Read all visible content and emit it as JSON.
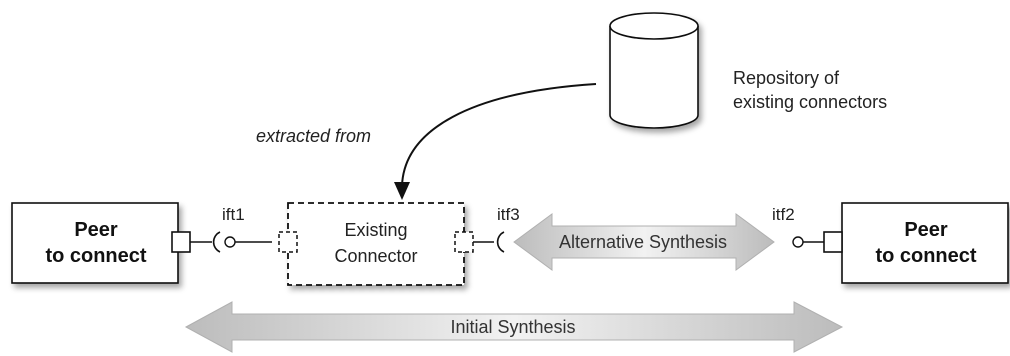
{
  "repository": {
    "label_line1": "Repository of",
    "label_line2": "existing connectors"
  },
  "extraction": {
    "label": "extracted from"
  },
  "peer_left": {
    "line1": "Peer",
    "line2": "to connect"
  },
  "peer_right": {
    "line1": "Peer",
    "line2": "to connect"
  },
  "connector": {
    "line1": "Existing",
    "line2": "Connector"
  },
  "interfaces": {
    "left": "ift1",
    "middle": "itf3",
    "right": "itf2"
  },
  "arrows": {
    "alternative": "Alternative Synthesis",
    "initial": "Initial Synthesis"
  },
  "colors": {
    "stroke": "#111111",
    "arrow_dark": "#b5b5b5",
    "arrow_light": "#f3f3f3",
    "box_fill": "#ffffff"
  }
}
